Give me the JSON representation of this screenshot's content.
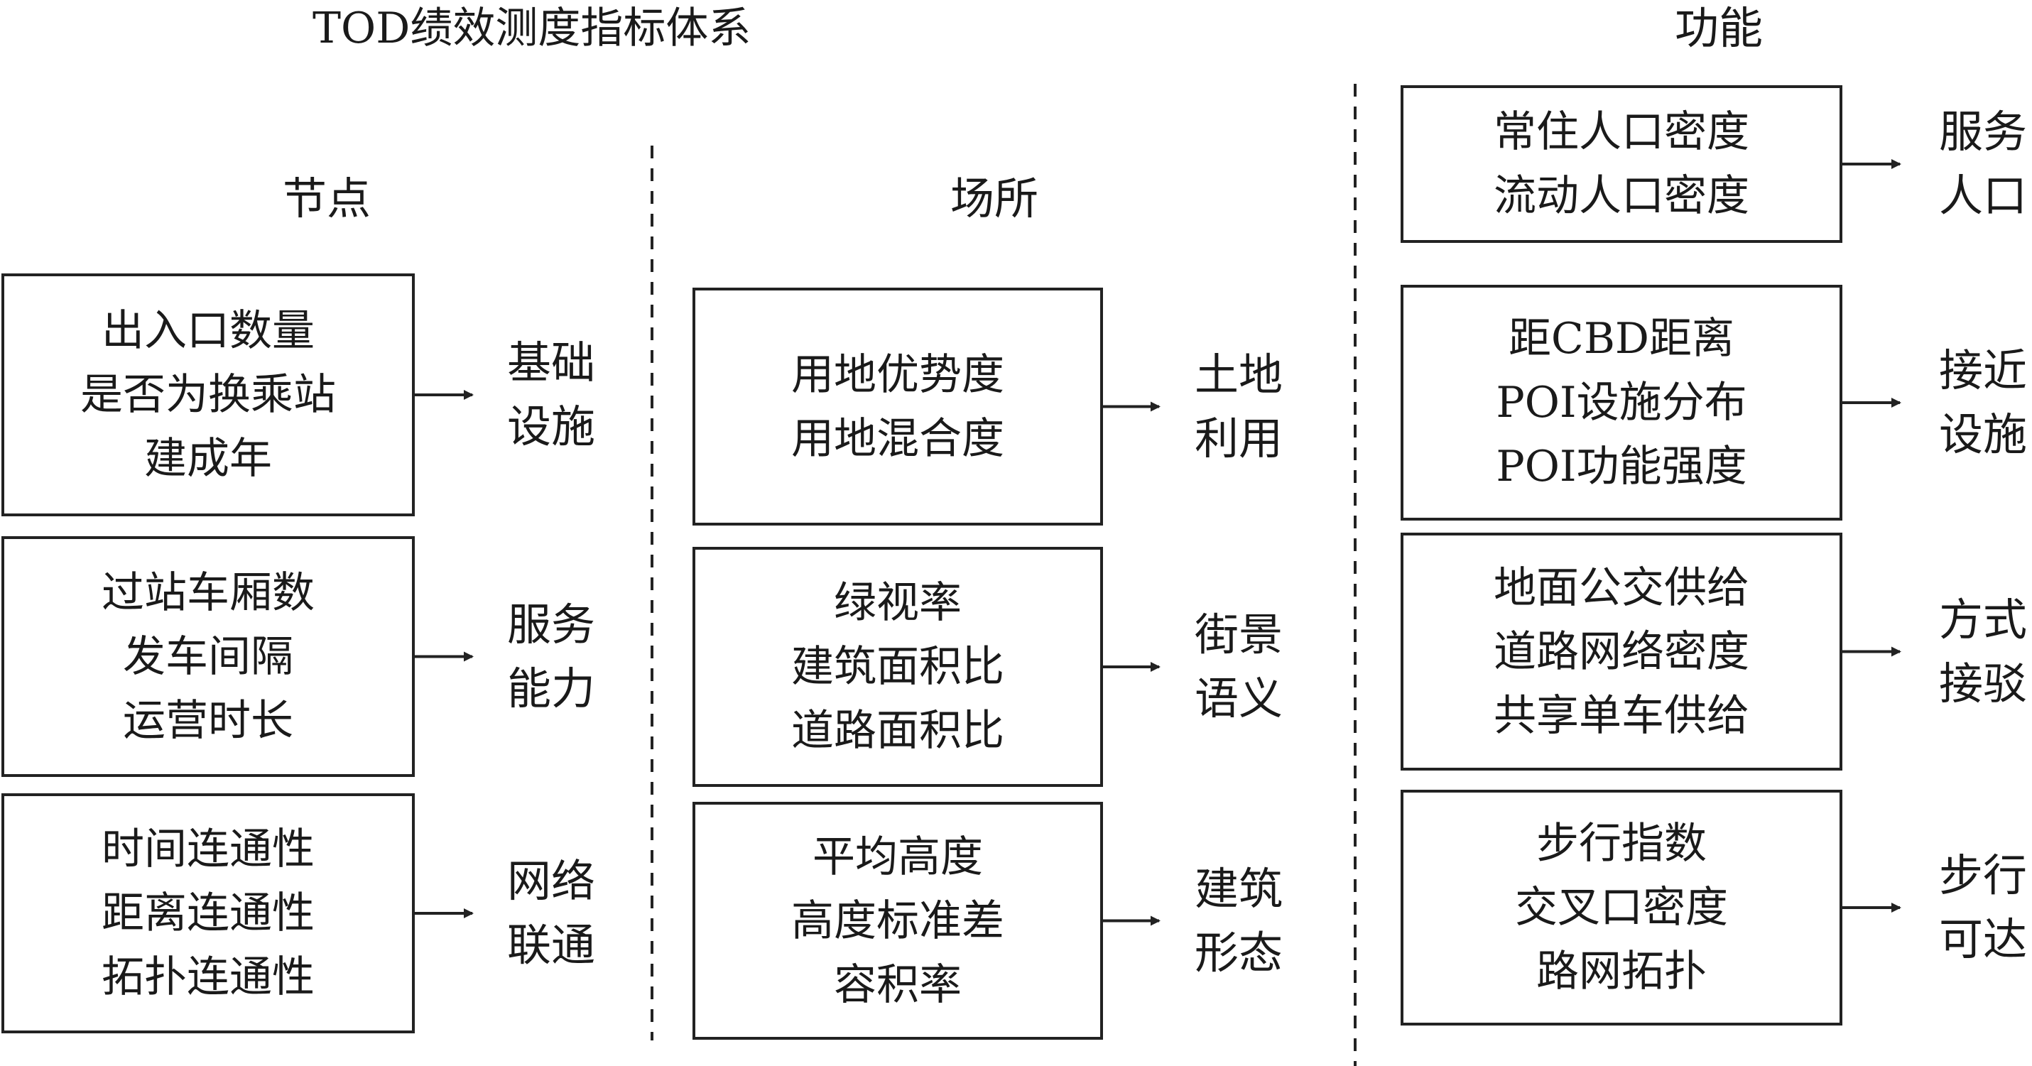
{
  "title": "TOD绩效测度指标体系",
  "header_function": "功能",
  "columns": [
    {
      "header": "节点",
      "groups": [
        {
          "items": [
            "出入口数量",
            "是否为换乘站",
            "建成年"
          ],
          "label": [
            "基础",
            "设施"
          ]
        },
        {
          "items": [
            "过站车厢数",
            "发车间隔",
            "运营时长"
          ],
          "label": [
            "服务",
            "能力"
          ]
        },
        {
          "items": [
            "时间连通性",
            "距离连通性",
            "拓扑连通性"
          ],
          "label": [
            "网络",
            "联通"
          ]
        }
      ]
    },
    {
      "header": "场所",
      "groups": [
        {
          "items": [
            "用地优势度",
            "用地混合度"
          ],
          "label": [
            "土地",
            "利用"
          ]
        },
        {
          "items": [
            "绿视率",
            "建筑面积比",
            "道路面积比"
          ],
          "label": [
            "街景",
            "语义"
          ]
        },
        {
          "items": [
            "平均高度",
            "高度标准差",
            "容积率"
          ],
          "label": [
            "建筑",
            "形态"
          ]
        }
      ]
    },
    {
      "header": "",
      "groups": [
        {
          "items": [
            "常住人口密度",
            "流动人口密度"
          ],
          "label": [
            "服务",
            "人口"
          ]
        },
        {
          "items": [
            "距CBD距离",
            "POI设施分布",
            "POI功能强度"
          ],
          "label": [
            "接近",
            "设施"
          ]
        },
        {
          "items": [
            "地面公交供给",
            "道路网络密度",
            "共享单车供给"
          ],
          "label": [
            "方式",
            "接驳"
          ]
        },
        {
          "items": [
            "步行指数",
            "交叉口密度",
            "路网拓扑"
          ],
          "label": [
            "步行",
            "可达"
          ]
        }
      ]
    }
  ]
}
